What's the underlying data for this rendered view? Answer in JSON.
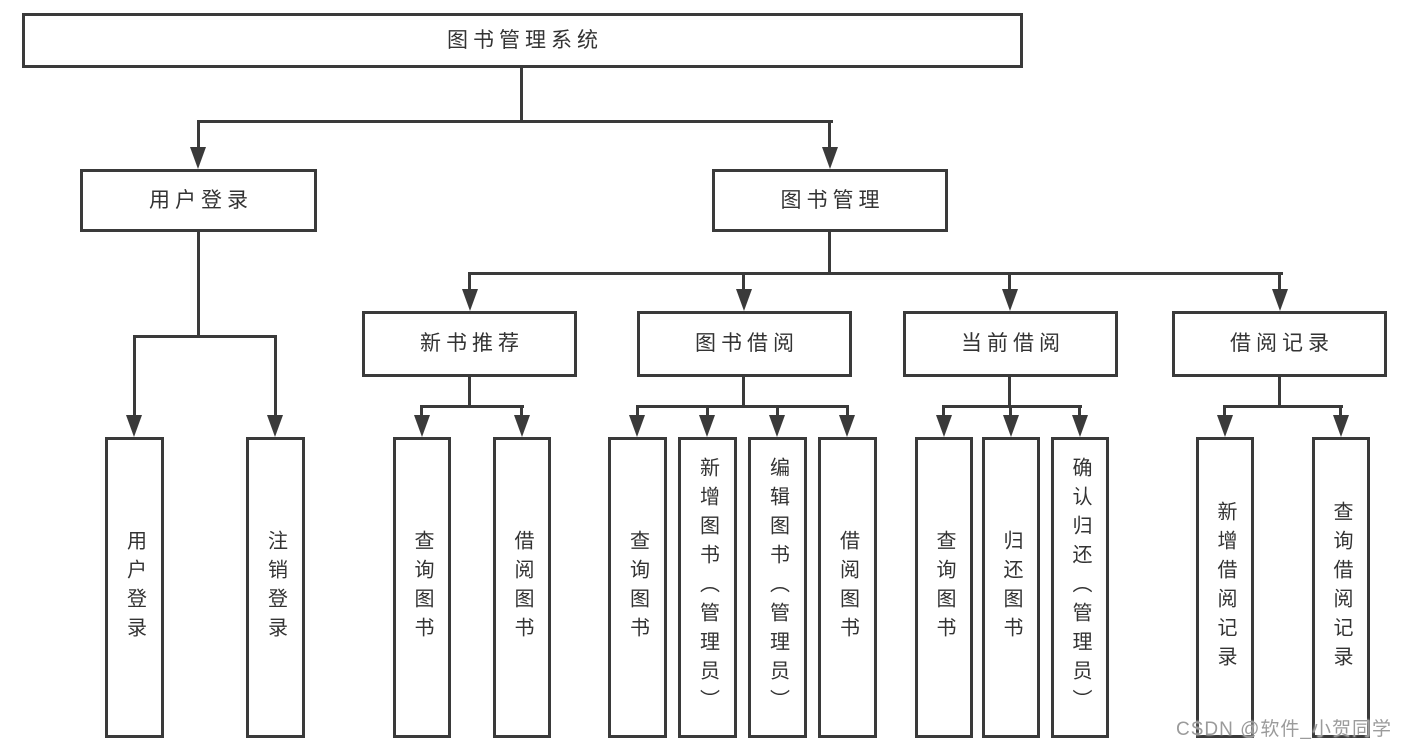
{
  "diagram": {
    "root_label": "图书管理系统",
    "branches": [
      {
        "label": "用户登录",
        "children": [
          {
            "label": "用户登录"
          },
          {
            "label": "注销登录"
          }
        ]
      },
      {
        "label": "图书管理",
        "children": [
          {
            "label": "新书推荐",
            "children": [
              {
                "label": "查询图书"
              },
              {
                "label": "借阅图书"
              }
            ]
          },
          {
            "label": "图书借阅",
            "children": [
              {
                "label": "查询图书"
              },
              {
                "label": "新增图书（管理员）"
              },
              {
                "label": "编辑图书（管理员）"
              },
              {
                "label": "借阅图书"
              }
            ]
          },
          {
            "label": "当前借阅",
            "children": [
              {
                "label": "查询图书"
              },
              {
                "label": "归还图书"
              },
              {
                "label": "确认归还（管理员）"
              }
            ]
          },
          {
            "label": "借阅记录",
            "children": [
              {
                "label": "新增借阅记录"
              },
              {
                "label": "查询借阅记录"
              }
            ]
          }
        ]
      }
    ]
  },
  "watermark": {
    "text": "CSDN @软件_小贺同学"
  },
  "colors": {
    "line": "#3a3a3a",
    "text": "#333333",
    "watermark": "#9b9b9b",
    "background": "#ffffff"
  }
}
